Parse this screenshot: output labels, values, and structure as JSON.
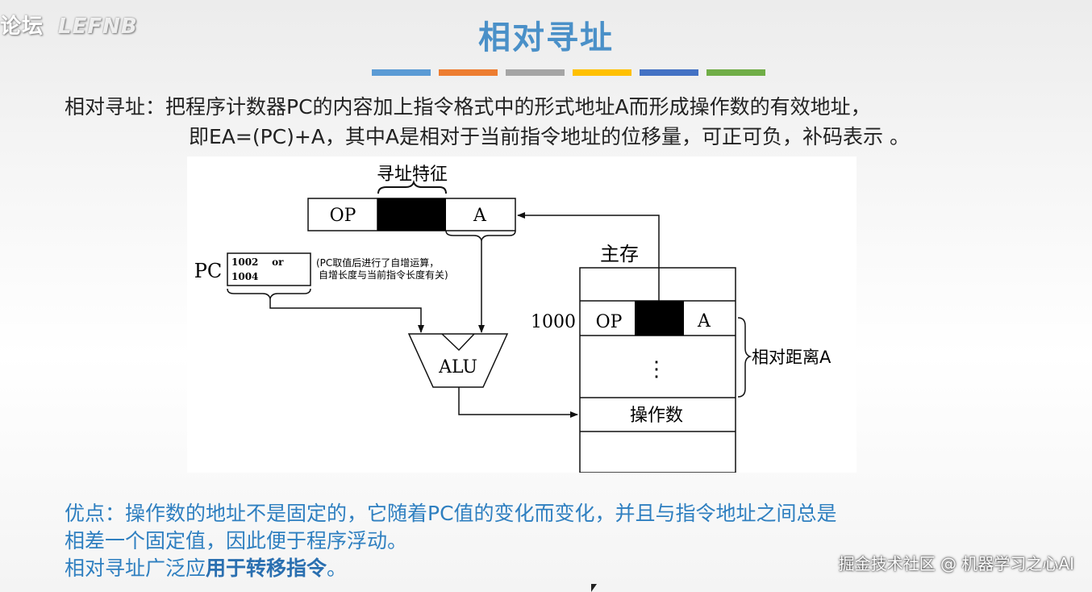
{
  "corner_logo": {
    "text": "论坛",
    "ghost": "LEFNB"
  },
  "title": "相对寻址",
  "stripe_colors": [
    "#5b9bd5",
    "#ed7d31",
    "#a5a5a5",
    "#ffc000",
    "#4472c4",
    "#70ad47"
  ],
  "definition": {
    "label": "相对寻址：",
    "line1": "把程序计数器PC的内容加上指令格式中的形式地址A而形成操作数的有效地址，",
    "line2": "即EA=(PC)+A，其中A是相对于当前指令地址的位移量，可正可负，补码表示 。"
  },
  "diagram": {
    "feature_label": "寻址特征",
    "op": "OP",
    "a": "A",
    "pc_label": "PC",
    "pc_value1": "1002    or",
    "pc_value2": "1004",
    "pc_note1": "(PC取值后进行了自增运算，",
    "pc_note2": "自增长度与当前指令长度有关)",
    "alu": "ALU",
    "memory_label": "主存",
    "addr_1000": "1000",
    "mem_op": "OP",
    "mem_a": "A",
    "dots": "⋮",
    "rel_distance": "相对距离A",
    "operand": "操作数"
  },
  "bottom": {
    "line1": "优点：操作数的地址不是固定的，它随着PC值的变化而变化，并且与指令地址之间总是",
    "line2": "相差一个固定值，因此便于程序浮动。",
    "line3_normal": "相对寻址广泛应",
    "line3_bold": "用于转移指令",
    "line3_end": "。"
  },
  "watermark": "掘金技术社区 @ 机器学习之心AI"
}
